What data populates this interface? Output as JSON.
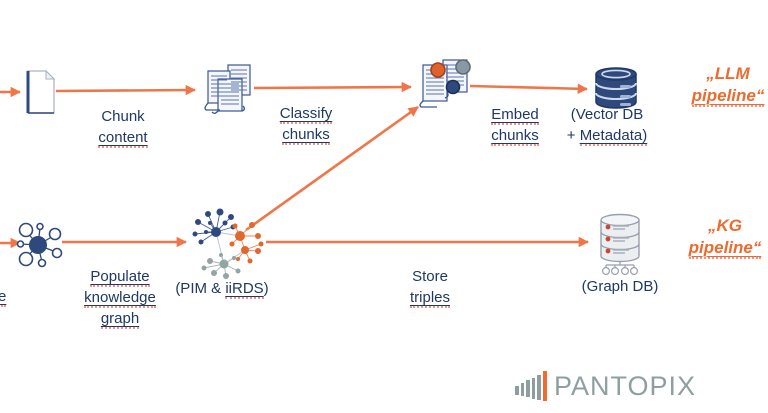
{
  "palette": {
    "navy": "#1f3864",
    "icon_navy": "#2e4a7d",
    "arrow_orange": "#f0764a",
    "pipeline_orange": "#ed6b2f",
    "cluster_orange": "#e2672c",
    "cluster_gray": "#91a5a2",
    "db_red_dot": "#c6492f",
    "logo_gray": "#8f9fa0",
    "logo_orange": "#f06a31"
  },
  "steps": {
    "chunk": {
      "line1": "Chunk",
      "line2": "content"
    },
    "classify": {
      "line1": "Classify",
      "line2": "chunks"
    },
    "embed": {
      "line1": "Embed",
      "line2": "chunks"
    },
    "populate": {
      "line1": "Populate",
      "line2": "knowledge",
      "line3": "graph"
    },
    "store": {
      "line1": "Store",
      "line2": "triples"
    }
  },
  "nodes": {
    "vector_db": {
      "line1": "(Vector DB",
      "line2_prefix": "+ ",
      "line2_word": "Metadata)"
    },
    "graph_db": {
      "label": "(Graph DB)"
    },
    "pim": {
      "prefix": "(PIM & ",
      "word": "iiRDS",
      "suffix": ")"
    }
  },
  "pipelines": {
    "llm": {
      "line1": "„LLM",
      "line2": "pipeline“"
    },
    "kg": {
      "line1": "„KG",
      "line2": "pipeline“"
    }
  },
  "partial_left_label": "e",
  "logo": {
    "text": "PANTOPIX"
  },
  "icons": {
    "document": "document-icon",
    "chunked_documents": "documents-stack-icon",
    "classified_documents": "documents-stack-classified-icon",
    "vector_database": "vector-database-icon",
    "graph_database": "graph-database-icon",
    "hub_graph": "knowledge-hub-icon",
    "kg_cluster": "knowledge-graph-cluster-icon"
  }
}
